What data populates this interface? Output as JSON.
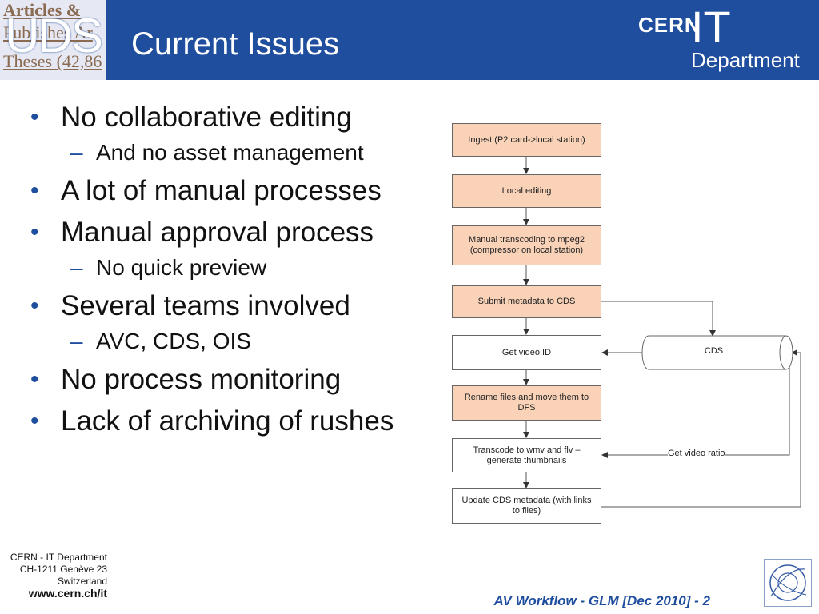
{
  "header": {
    "logo_background_lines": [
      "Articles &",
      "Publishes Ar",
      "Theses (42,86"
    ],
    "logo_text": "UDS",
    "title": "Current Issues",
    "org_logo": {
      "cern": "CERN",
      "it": "IT",
      "department": "Department"
    }
  },
  "bullets": [
    {
      "text": "No collaborative editing",
      "sub": [
        "And no asset management"
      ]
    },
    {
      "text": "A lot of manual processes",
      "sub": []
    },
    {
      "text": "Manual approval process",
      "sub": [
        "No quick preview"
      ]
    },
    {
      "text": "Several teams involved",
      "sub": [
        "AVC, CDS, OIS"
      ]
    },
    {
      "text": "No process monitoring",
      "sub": []
    },
    {
      "text": "Lack of archiving of rushes",
      "sub": []
    }
  ],
  "diagram": {
    "nodes": [
      "Ingest (P2 card->local station)",
      "Local editing",
      "Manual transcoding to mpeg2 (compressor on local station)",
      "Submit metadata to CDS",
      "Get video ID",
      "Rename files and move them to DFS",
      "Transcode to wmv and flv – generate thumbnails",
      "Update CDS metadata (with links to files)"
    ],
    "cds_label": "CDS",
    "edge_label": "Get video ratio",
    "colors": {
      "peach": "#f9d2b8",
      "border": "#666666"
    }
  },
  "footer": {
    "address": [
      "CERN - IT Department",
      "CH-1211 Genève 23",
      "Switzerland"
    ],
    "website": "www.cern.ch/it",
    "slide_info": "AV Workflow - GLM [Dec 2010] - 2"
  },
  "colors": {
    "header_bg": "#1f4e9e",
    "accent": "#1f4e9e"
  }
}
